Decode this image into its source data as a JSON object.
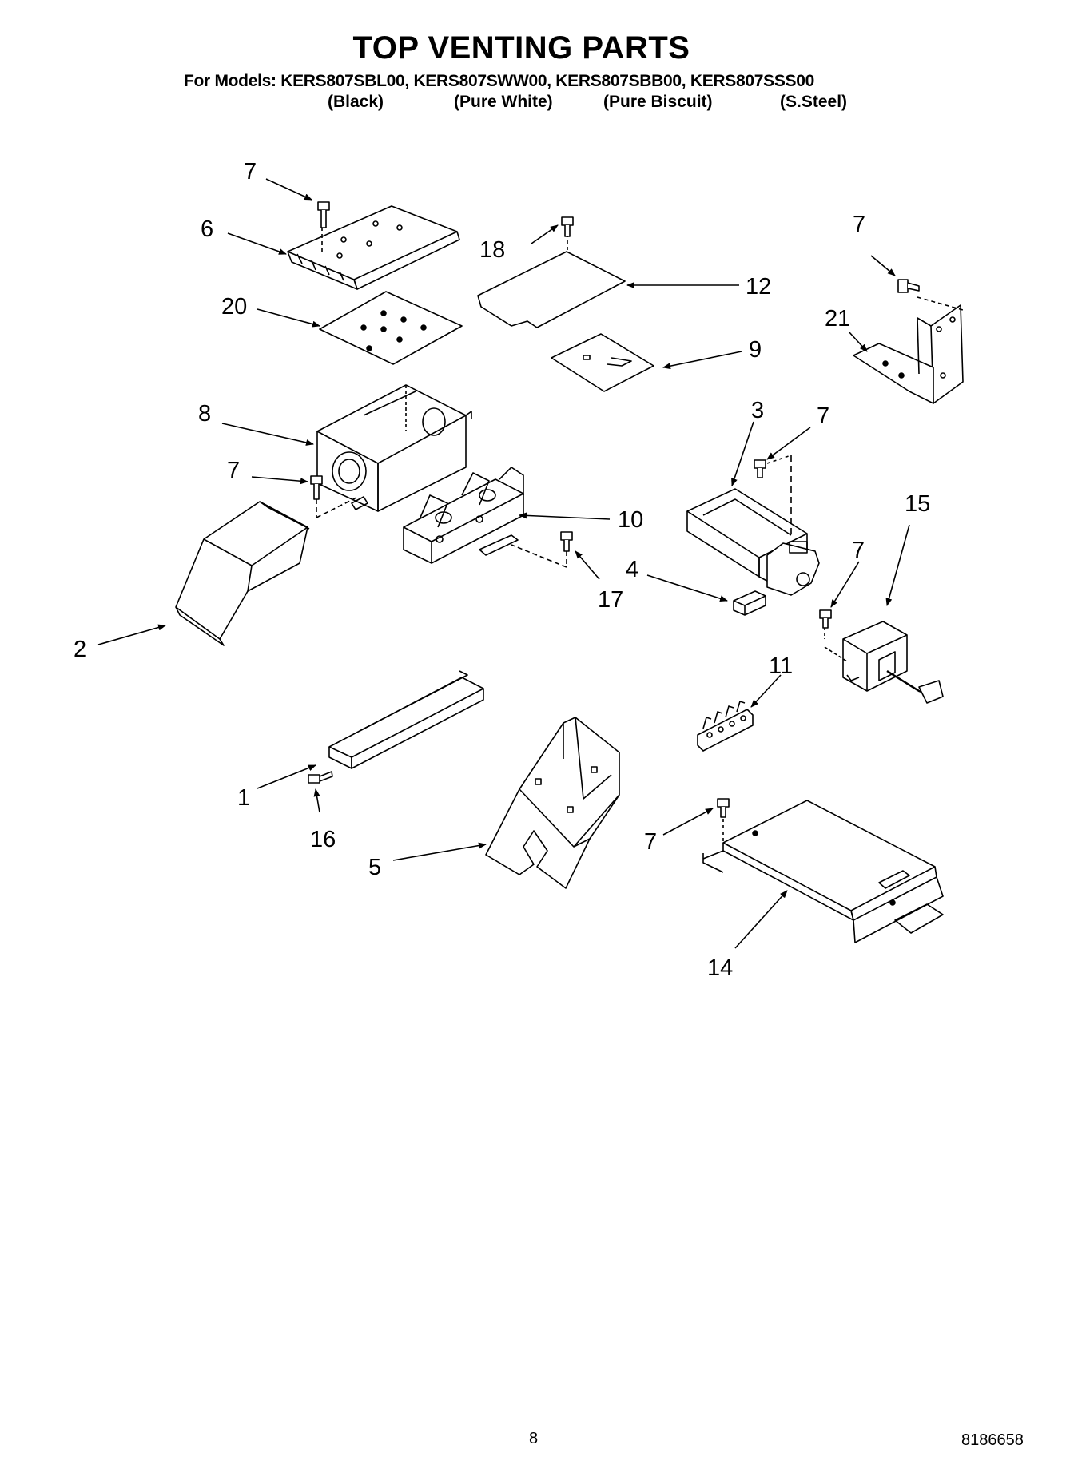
{
  "header": {
    "title": "TOP VENTING PARTS",
    "models_line": "For Models: KERS807SBL00, KERS807SWW00, KERS807SBB00, KERS807SSS00",
    "colors": [
      "(Black)",
      "(Pure White)",
      "(Pure Biscuit)",
      "(S.Steel)"
    ]
  },
  "callouts": {
    "c7a": "7",
    "c6": "6",
    "c20": "20",
    "c18": "18",
    "c12": "12",
    "c9": "9",
    "c7b": "7",
    "c21": "21",
    "c8": "8",
    "c7c": "7",
    "c3": "3",
    "c7d": "7",
    "c10": "10",
    "c15": "15",
    "c2": "2",
    "c17": "17",
    "c4": "4",
    "c7e": "7",
    "c11": "11",
    "c1": "1",
    "c16": "16",
    "c5": "5",
    "c7f": "7",
    "c14": "14"
  },
  "footer": {
    "page_number": "8",
    "doc_number": "8186658"
  },
  "colors_hex": {
    "ink": "#000000",
    "paper": "#ffffff"
  }
}
